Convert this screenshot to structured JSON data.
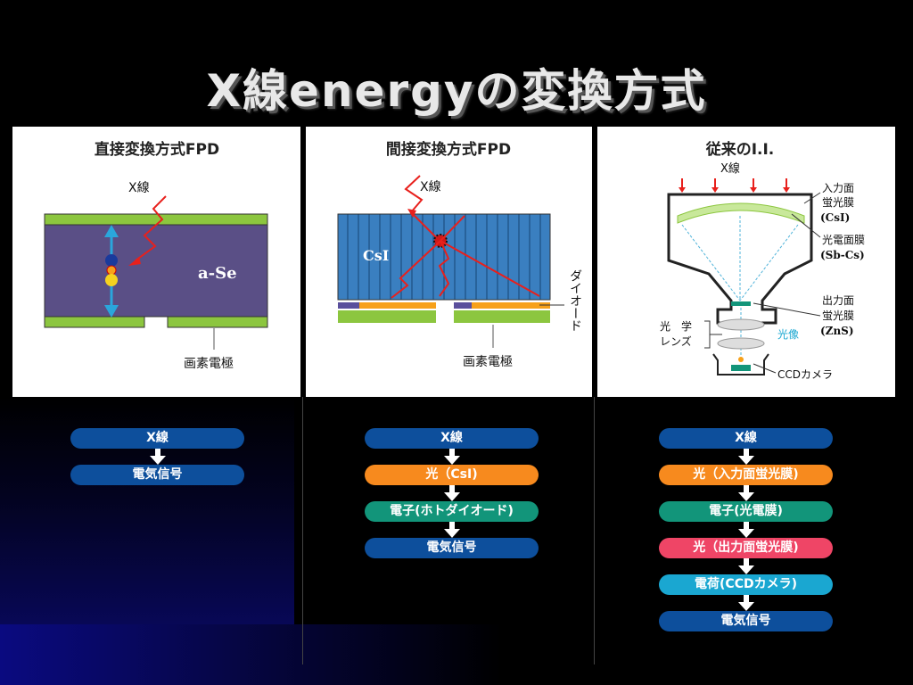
{
  "title": "X線energyの変換方式",
  "panels": {
    "direct": {
      "heading": "直接変換方式FPD",
      "xray": "X線",
      "material": "a-Se",
      "pixel_electrode": "画素電極"
    },
    "indirect": {
      "heading": "間接変換方式FPD",
      "xray": "X線",
      "material": "CsI",
      "diode": "ダイオード",
      "pixel_electrode": "画素電極"
    },
    "ii": {
      "heading": "従来のI.I.",
      "xray": "X線",
      "input_face_1": "入力面",
      "input_face_2": "蛍光膜",
      "input_face_3": "(CsI)",
      "photocathode_1": "光電面膜",
      "photocathode_2": "(Sb-Cs)",
      "output_face_1": "出力面",
      "output_face_2": "蛍光膜",
      "output_face_3": "(ZnS)",
      "optics_1": "光　学",
      "optics_2": "レンズ",
      "light_image": "光像",
      "ccd": "CCDカメラ"
    }
  },
  "flows": {
    "direct": [
      {
        "label": "X線",
        "color": "#0d4f9c"
      },
      {
        "label": "電気信号",
        "color": "#0d4f9c"
      }
    ],
    "indirect": [
      {
        "label": "X線",
        "color": "#0d4f9c"
      },
      {
        "label": "光（CsI)",
        "color": "#f78a1e"
      },
      {
        "label": "電子(ホトダイオード)",
        "color": "#12957a"
      },
      {
        "label": "電気信号",
        "color": "#0d4f9c"
      }
    ],
    "ii": [
      {
        "label": "X線",
        "color": "#0d4f9c"
      },
      {
        "label": "光（入力面蛍光膜)",
        "color": "#f78a1e"
      },
      {
        "label": "電子(光電膜)",
        "color": "#12957a"
      },
      {
        "label": "光（出力面蛍光膜)",
        "color": "#ef4566"
      },
      {
        "label": "電荷(CCDカメラ)",
        "color": "#1aa7d1"
      },
      {
        "label": "電気信号",
        "color": "#0d4f9c"
      }
    ]
  }
}
